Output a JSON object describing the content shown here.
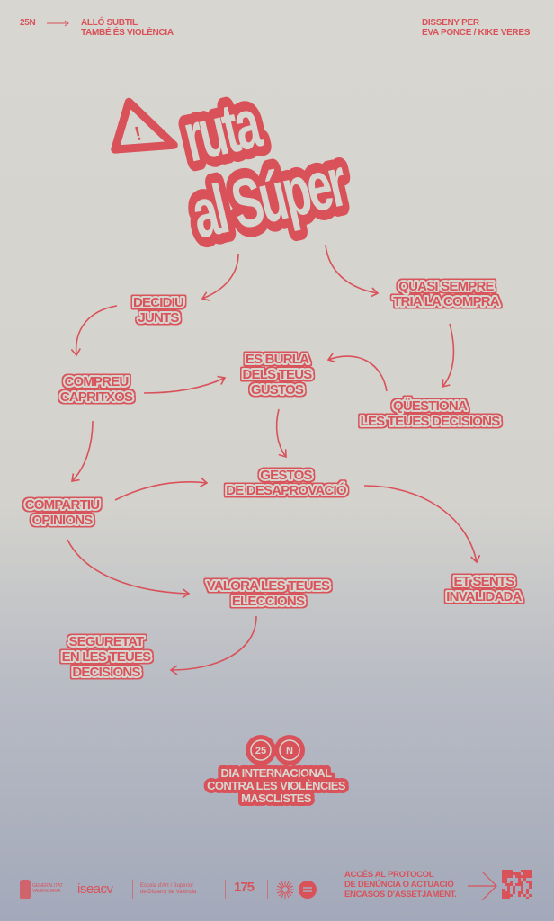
{
  "header": {
    "tag": "25N",
    "subtitle_lines": [
      "ALLÓ SUBTIL",
      "TAMBÉ ÉS VIOLÈNCIA"
    ],
    "credits_lines": [
      "DISSENY PER",
      "EVA PONCE  /  KIKE VERES"
    ]
  },
  "title": {
    "line1": "ruta",
    "line2": "al Súper",
    "warning_mark": "!"
  },
  "nodes": [
    {
      "lines": [
        "DECIDIU",
        "JUNTS"
      ]
    },
    {
      "lines": [
        "QUASI SEMPRE",
        "TRIA LA COMPRA"
      ]
    },
    {
      "lines": [
        "COMPREU",
        "CAPRITXOS"
      ]
    },
    {
      "lines": [
        "ES BURLA",
        "DELS TEUS",
        "GUSTOS"
      ]
    },
    {
      "lines": [
        "QÜESTIONA",
        "LES TEUES DECISIONS"
      ]
    },
    {
      "lines": [
        "GESTOS",
        "DE DESAPROVACIÓ"
      ]
    },
    {
      "lines": [
        "COMPARTIU",
        "OPINIONS"
      ]
    },
    {
      "lines": [
        "ET SENTS",
        "INVALIDADA"
      ]
    },
    {
      "lines": [
        "VALORA LES TEUES",
        "ELECCIONS"
      ]
    },
    {
      "lines": [
        "SEGURETAT",
        "EN LES TEUES",
        "DECISIONS"
      ]
    }
  ],
  "badge": {
    "num": "25",
    "letter": "N",
    "lines": [
      "DIA INTERNACIONAL",
      "CONTRA LES VIOLÈNCIES",
      "MASCLISTES"
    ]
  },
  "footer": {
    "generalitat": [
      "GENERALITAT",
      "VALENCIANA"
    ],
    "isea": "iseacv",
    "escola": [
      "Escola d'Art i Superior",
      "de Disseny de València"
    ],
    "anniversary": "175",
    "protocol_lines": [
      "ACCÉS AL PROTOCOL",
      "DE DENÚNCIA O ACTUACIÓ",
      "ENCASOS D'ASSETJAMENT."
    ]
  },
  "colors": {
    "accent": "#d9525a",
    "bg_top": "#d8d6d0",
    "bg_bottom": "#a3a9ba"
  }
}
